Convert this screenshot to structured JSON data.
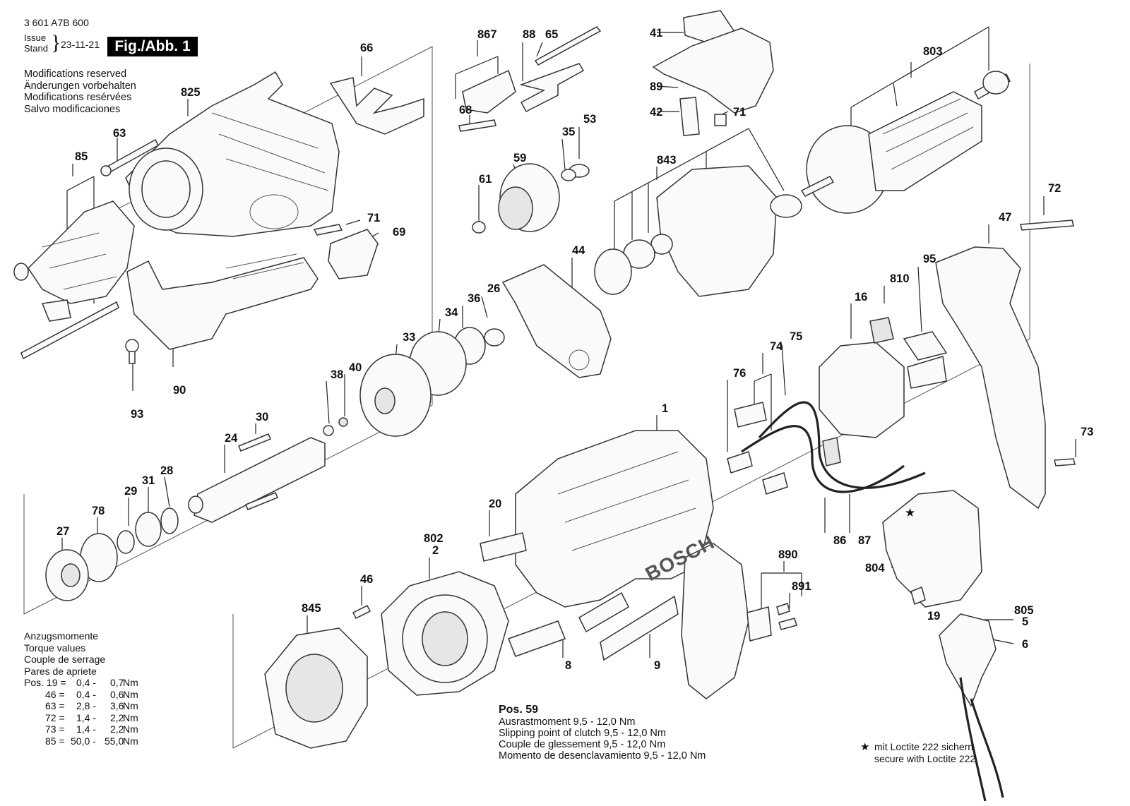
{
  "doc_number": "3 601 A7B 600",
  "issue_label": "Issue",
  "stand_label": "Stand",
  "issue_date": "23-11-21",
  "figure_label": "Fig./Abb. 1",
  "modifications": [
    "Modifications reserved",
    "Änderungen vorbehalten",
    "Modifications resérvées",
    "Salvo modificaciones"
  ],
  "torque": {
    "titles": [
      "Anzugsmomente",
      "Torque values",
      "Couple de serrage",
      "Pares de apriete"
    ],
    "rows": [
      {
        "pos": "Pos. 19 =",
        "min": "0,4 -",
        "max": "0,7",
        "unit": "Nm"
      },
      {
        "pos": "46 =",
        "min": "0,4 -",
        "max": "0,6",
        "unit": "Nm"
      },
      {
        "pos": "63 =",
        "min": "2,8 -",
        "max": "3,6",
        "unit": "Nm"
      },
      {
        "pos": "72 =",
        "min": "1,4 -",
        "max": "2,2",
        "unit": "Nm"
      },
      {
        "pos": "73 =",
        "min": "1,4 -",
        "max": "2,2",
        "unit": "Nm"
      },
      {
        "pos": "85 =",
        "min": "50,0 -",
        "max": "55,0",
        "unit": "Nm"
      }
    ]
  },
  "pos59": {
    "title": "Pos. 59",
    "lines": [
      "Ausrastmoment  9,5 - 12,0 Nm",
      "Slipping point of clutch  9,5 - 12,0 Nm",
      "Couple de glessement  9,5 - 12,0 Nm",
      "Momento de desenclavamiento  9,5 - 12,0 Nm"
    ]
  },
  "loctite": {
    "star": "★",
    "line1": "mit Loctite 222 sichern",
    "line2": "secure with Loctite 222"
  },
  "star_marker": "★",
  "brand": "BOSCH",
  "parts": {
    "p867": "867",
    "p88": "88",
    "p65": "65",
    "p41": "41",
    "p803": "803",
    "p66": "66",
    "p825": "825",
    "p63": "63",
    "p85": "85",
    "p71a": "71",
    "p69": "69",
    "p90": "90",
    "p93": "93",
    "p68": "68",
    "p89": "89",
    "p42": "42",
    "p71b": "71",
    "p35": "35",
    "p53": "53",
    "p59": "59",
    "p61": "61",
    "p843": "843",
    "p72": "72",
    "p47": "47",
    "p95": "95",
    "p44": "44",
    "p810": "810",
    "p16": "16",
    "p26": "26",
    "p36": "36",
    "p34": "34",
    "p33": "33",
    "p40": "40",
    "p38": "38",
    "p30": "30",
    "p24": "24",
    "p74": "74",
    "p75": "75",
    "p76": "76",
    "p1": "1",
    "p73": "73",
    "p28": "28",
    "p31": "31",
    "p29": "29",
    "p78": "78",
    "p27": "27",
    "p20": "20",
    "p802": "802",
    "p2": "2",
    "p86": "86",
    "p87": "87",
    "p46": "46",
    "p890": "890",
    "p891": "891",
    "p804": "804",
    "p845": "845",
    "p805": "805",
    "p5": "5",
    "p6": "6",
    "p19": "19",
    "p8": "8",
    "p9": "9"
  }
}
